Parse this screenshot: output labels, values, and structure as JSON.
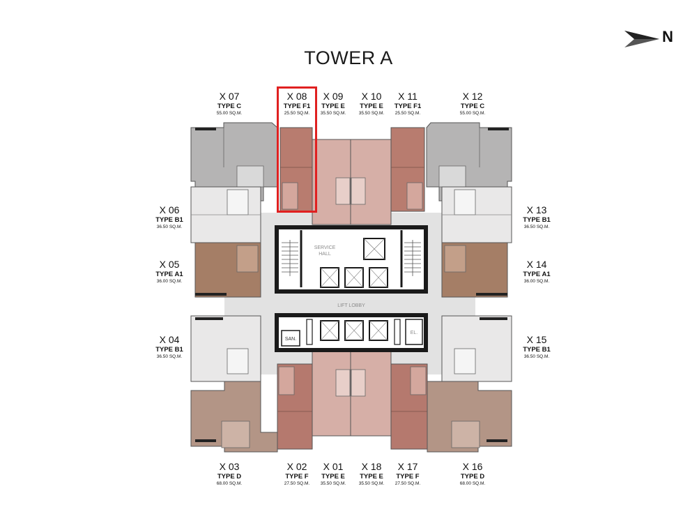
{
  "title": "TOWER A",
  "compass": {
    "label": "N",
    "icon": "north-arrow-icon"
  },
  "colors": {
    "type_c": "#b5b4b4",
    "type_b1": "#e9e8e8",
    "type_a1": "#a57e66",
    "type_f1": "#b87c6f",
    "type_e": "#d6afa7",
    "type_f": "#b5796e",
    "type_d": "#b39586",
    "core_wall": "#1a1a1a",
    "corridor": "#e2e2e2",
    "highlight": "#e02020"
  },
  "core": {
    "service_hall": "SERVICE HALL",
    "lift_lobby": "LIFT LOBBY",
    "san": "SAN.",
    "el": "EL."
  },
  "units": [
    {
      "id": "x07",
      "unit": "X 07",
      "type": "TYPE C",
      "area": "55.00 SQ.M."
    },
    {
      "id": "x08",
      "unit": "X 08",
      "type": "TYPE F1",
      "area": "25.50 SQ.M."
    },
    {
      "id": "x09",
      "unit": "X 09",
      "type": "TYPE E",
      "area": "35.50 SQ.M."
    },
    {
      "id": "x10",
      "unit": "X 10",
      "type": "TYPE E",
      "area": "35.50 SQ.M."
    },
    {
      "id": "x11",
      "unit": "X 11",
      "type": "TYPE F1",
      "area": "25.50 SQ.M."
    },
    {
      "id": "x12",
      "unit": "X 12",
      "type": "TYPE C",
      "area": "55.00 SQ.M."
    },
    {
      "id": "x06",
      "unit": "X 06",
      "type": "TYPE B1",
      "area": "36.50 SQ.M."
    },
    {
      "id": "x05",
      "unit": "X 05",
      "type": "TYPE A1",
      "area": "36.00 SQ.M."
    },
    {
      "id": "x04",
      "unit": "X 04",
      "type": "TYPE B1",
      "area": "36.50 SQ.M."
    },
    {
      "id": "x13",
      "unit": "X 13",
      "type": "TYPE B1",
      "area": "36.50 SQ.M."
    },
    {
      "id": "x14",
      "unit": "X 14",
      "type": "TYPE A1",
      "area": "36.00 SQ.M."
    },
    {
      "id": "x15",
      "unit": "X 15",
      "type": "TYPE B1",
      "area": "36.50 SQ.M."
    },
    {
      "id": "x03",
      "unit": "X 03",
      "type": "TYPE D",
      "area": "68.00 SQ.M."
    },
    {
      "id": "x02",
      "unit": "X 02",
      "type": "TYPE F",
      "area": "27.50 SQ.M."
    },
    {
      "id": "x01",
      "unit": "X 01",
      "type": "TYPE E",
      "area": "35.50 SQ.M."
    },
    {
      "id": "x18",
      "unit": "X 18",
      "type": "TYPE E",
      "area": "35.50 SQ.M."
    },
    {
      "id": "x17",
      "unit": "X 17",
      "type": "TYPE F",
      "area": "27.50 SQ.M."
    },
    {
      "id": "x16",
      "unit": "X 16",
      "type": "TYPE D",
      "area": "68.00 SQ.M."
    }
  ],
  "selected_unit": "X 08"
}
